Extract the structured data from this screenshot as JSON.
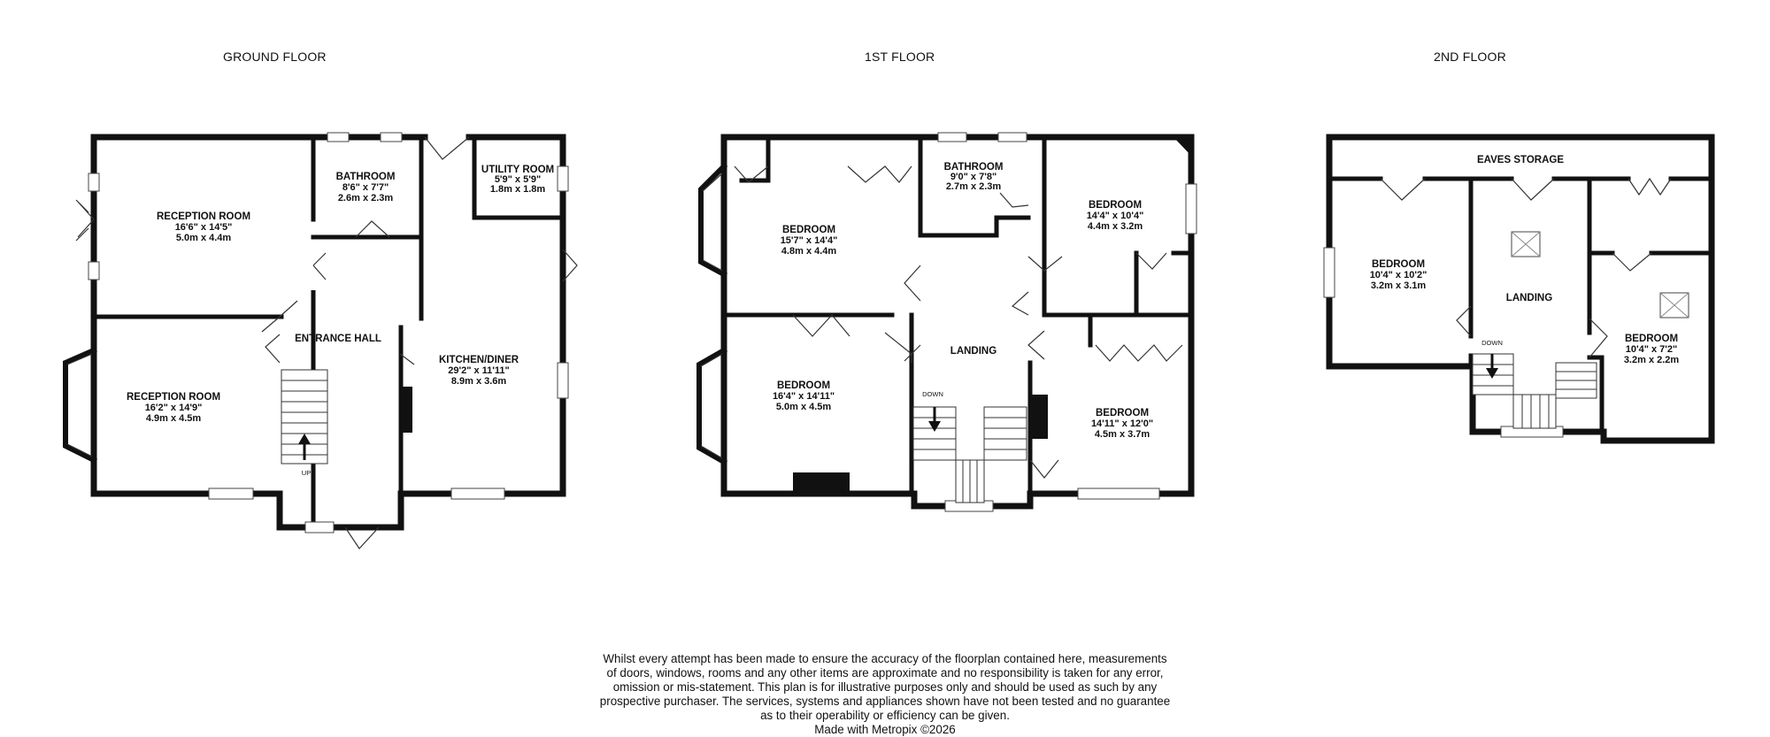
{
  "floors": {
    "ground": {
      "title": "GROUND FLOOR"
    },
    "first": {
      "title": "1ST FLOOR"
    },
    "second": {
      "title": "2ND FLOOR"
    }
  },
  "rooms": {
    "g_reception1": {
      "name": "RECEPTION ROOM",
      "imperial": "16'6\"  x 14'5\"",
      "metric": "5.0m  x 4.4m"
    },
    "g_bathroom": {
      "name": "BATHROOM",
      "imperial": "8'6\"  x 7'7\"",
      "metric": "2.6m  x 2.3m"
    },
    "g_utility": {
      "name": "UTILITY ROOM",
      "imperial": "5'9\"  x 5'9\"",
      "metric": "1.8m  x 1.8m"
    },
    "g_hall": {
      "name": "ENTRANCE HALL"
    },
    "g_kitchen": {
      "name": "KITCHEN/DINER",
      "imperial": "29'2\"  x 11'11\"",
      "metric": "8.9m  x 3.6m"
    },
    "g_reception2": {
      "name": "RECEPTION ROOM",
      "imperial": "16'2\"  x 14'9\"",
      "metric": "4.9m  x 4.5m"
    },
    "f_bedroom1": {
      "name": "BEDROOM",
      "imperial": "15'7\"  x 14'4\"",
      "metric": "4.8m  x 4.4m"
    },
    "f_bathroom": {
      "name": "BATHROOM",
      "imperial": "9'0\"  x 7'8\"",
      "metric": "2.7m  x 2.3m"
    },
    "f_bedroom2": {
      "name": "BEDROOM",
      "imperial": "14'4\"  x 10'4\"",
      "metric": "4.4m  x 3.2m"
    },
    "f_landing": {
      "name": "LANDING"
    },
    "f_bedroom3": {
      "name": "BEDROOM",
      "imperial": "16'4\"  x 14'11\"",
      "metric": "5.0m  x 4.5m"
    },
    "f_bedroom4": {
      "name": "BEDROOM",
      "imperial": "14'11\"  x 12'0\"",
      "metric": "4.5m  x 3.7m"
    },
    "s_eaves": {
      "name": "EAVES STORAGE"
    },
    "s_bedroom1": {
      "name": "BEDROOM",
      "imperial": "10'4\"  x 10'2\"",
      "metric": "3.2m  x 3.1m"
    },
    "s_landing": {
      "name": "LANDING"
    },
    "s_bedroom2": {
      "name": "BEDROOM",
      "imperial": "10'4\"  x 7'2\"",
      "metric": "3.2m  x 2.2m"
    }
  },
  "stairs": {
    "up": "UP",
    "down": "DOWN"
  },
  "disclaimer": {
    "lines": [
      "Whilst every attempt has been made to ensure the accuracy of the floorplan contained here, measurements",
      "of doors, windows, rooms and any other items are approximate and no responsibility is taken for any error,",
      "omission or mis-statement. This plan is for illustrative purposes only and should be used as such by any",
      "prospective purchaser. The services, systems and appliances shown have not been tested and no guarantee",
      "as to their operability or efficiency can be given."
    ],
    "credit": "Made with Metropix ©2026"
  }
}
